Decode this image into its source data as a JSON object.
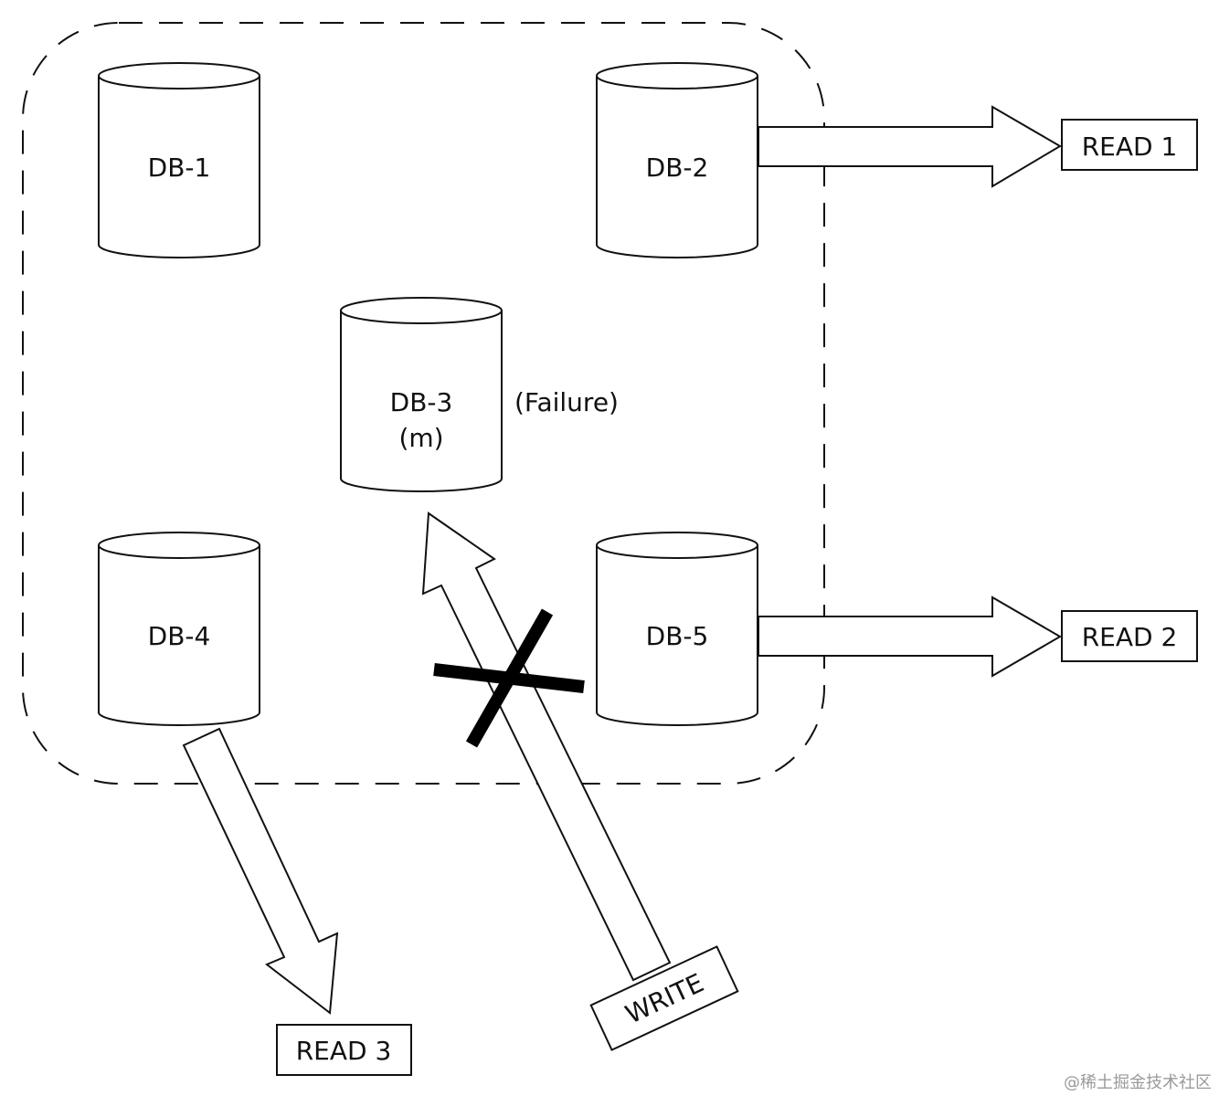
{
  "databases": {
    "db1": "DB-1",
    "db2": "DB-2",
    "db3_line1": "DB-3",
    "db3_line2": "(m)",
    "db4": "DB-4",
    "db5": "DB-5"
  },
  "failure_label": "(Failure)",
  "reads": {
    "read1": "READ 1",
    "read2": "READ 2",
    "read3": "READ 3"
  },
  "write": "WRITE",
  "watermark": "@稀土掘金技术社区"
}
